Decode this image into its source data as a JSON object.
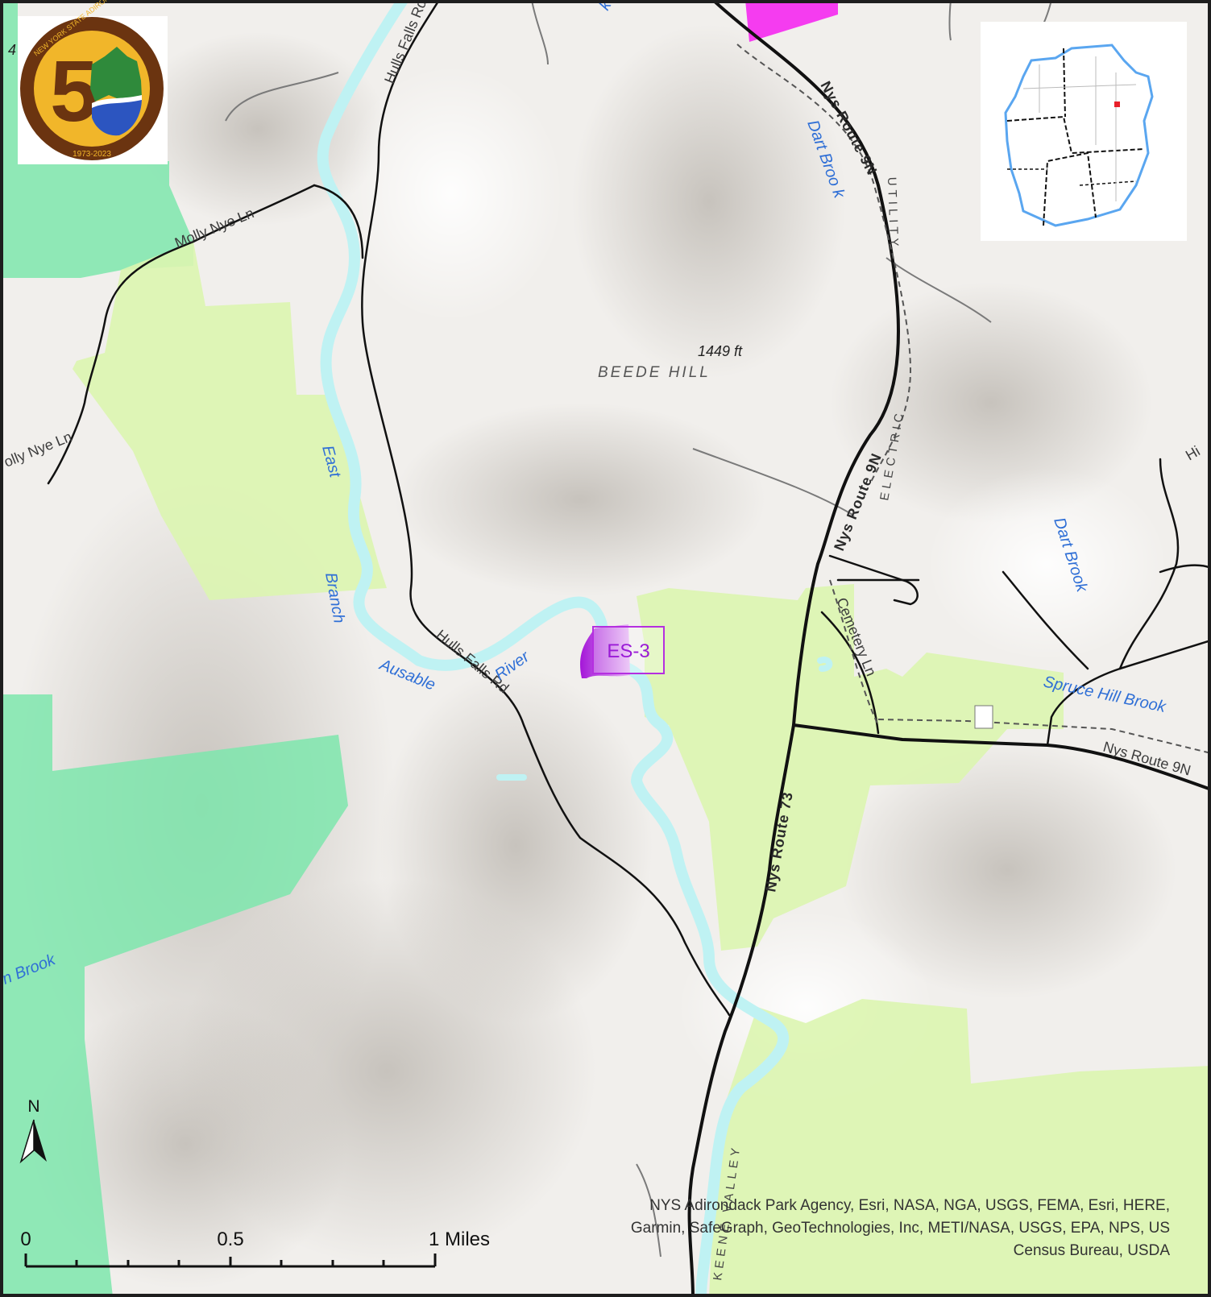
{
  "logo": {
    "text": "NEW YORK STATE ADIRONDACK PARK AGENCY",
    "number": "5",
    "years": "1973-2023",
    "edge_label": "4"
  },
  "labels": {
    "roads": {
      "hulls_falls_rd": "Hulls Falls Rd",
      "molly_nye_ln": "Molly Nye Ln",
      "olly_nye_ln": "olly Nye Ln",
      "cemetery_ln": "Cemetery Ln",
      "keene_valley": "KEENE VALLEY",
      "edge_hi": "Hi"
    },
    "routes": {
      "route_9n": "Nys Route 9N",
      "route_73": "Nys Route 73"
    },
    "water": {
      "dart_brook_upper": "Dart Broo k",
      "dart_brook_east": "Dart Brook",
      "spruce_hill_brook": "Spruce Hill Brook",
      "east": "East",
      "branch": "Branch",
      "ausable": "Ausable",
      "river": "River",
      "edge_brook": "n Brook",
      "edge_k": "k"
    },
    "features": {
      "hill_name": "BEEDE HILL",
      "elevation": "1449 ft",
      "utility": "UTILITY",
      "electric": "ELECTRIC"
    }
  },
  "site": {
    "label": "ES-3",
    "color": "#b52fe0"
  },
  "north_arrow": {
    "label": "N"
  },
  "scale_bar": {
    "ticks": [
      "0",
      "0.5",
      "1 Miles"
    ]
  },
  "attribution": {
    "lines": [
      "NYS Adirondack Park Agency, Esri, NASA, NGA, USGS, FEMA, Esri, HERE,",
      "Garmin, SafeGraph, GeoTechnologies, Inc, METI/NASA, USGS, EPA, NPS, US",
      "Census Bureau, USDA"
    ]
  },
  "colors": {
    "state_land_dark": "#7ee6ad",
    "state_land_light": "#dcf5b0",
    "water": "#bff2f3",
    "water_label": "#2f6fd6",
    "road": "#111111",
    "site": "#b52fe0",
    "magenta_zone": "#f53cf0",
    "park_boundary": "#5aa6f0"
  }
}
